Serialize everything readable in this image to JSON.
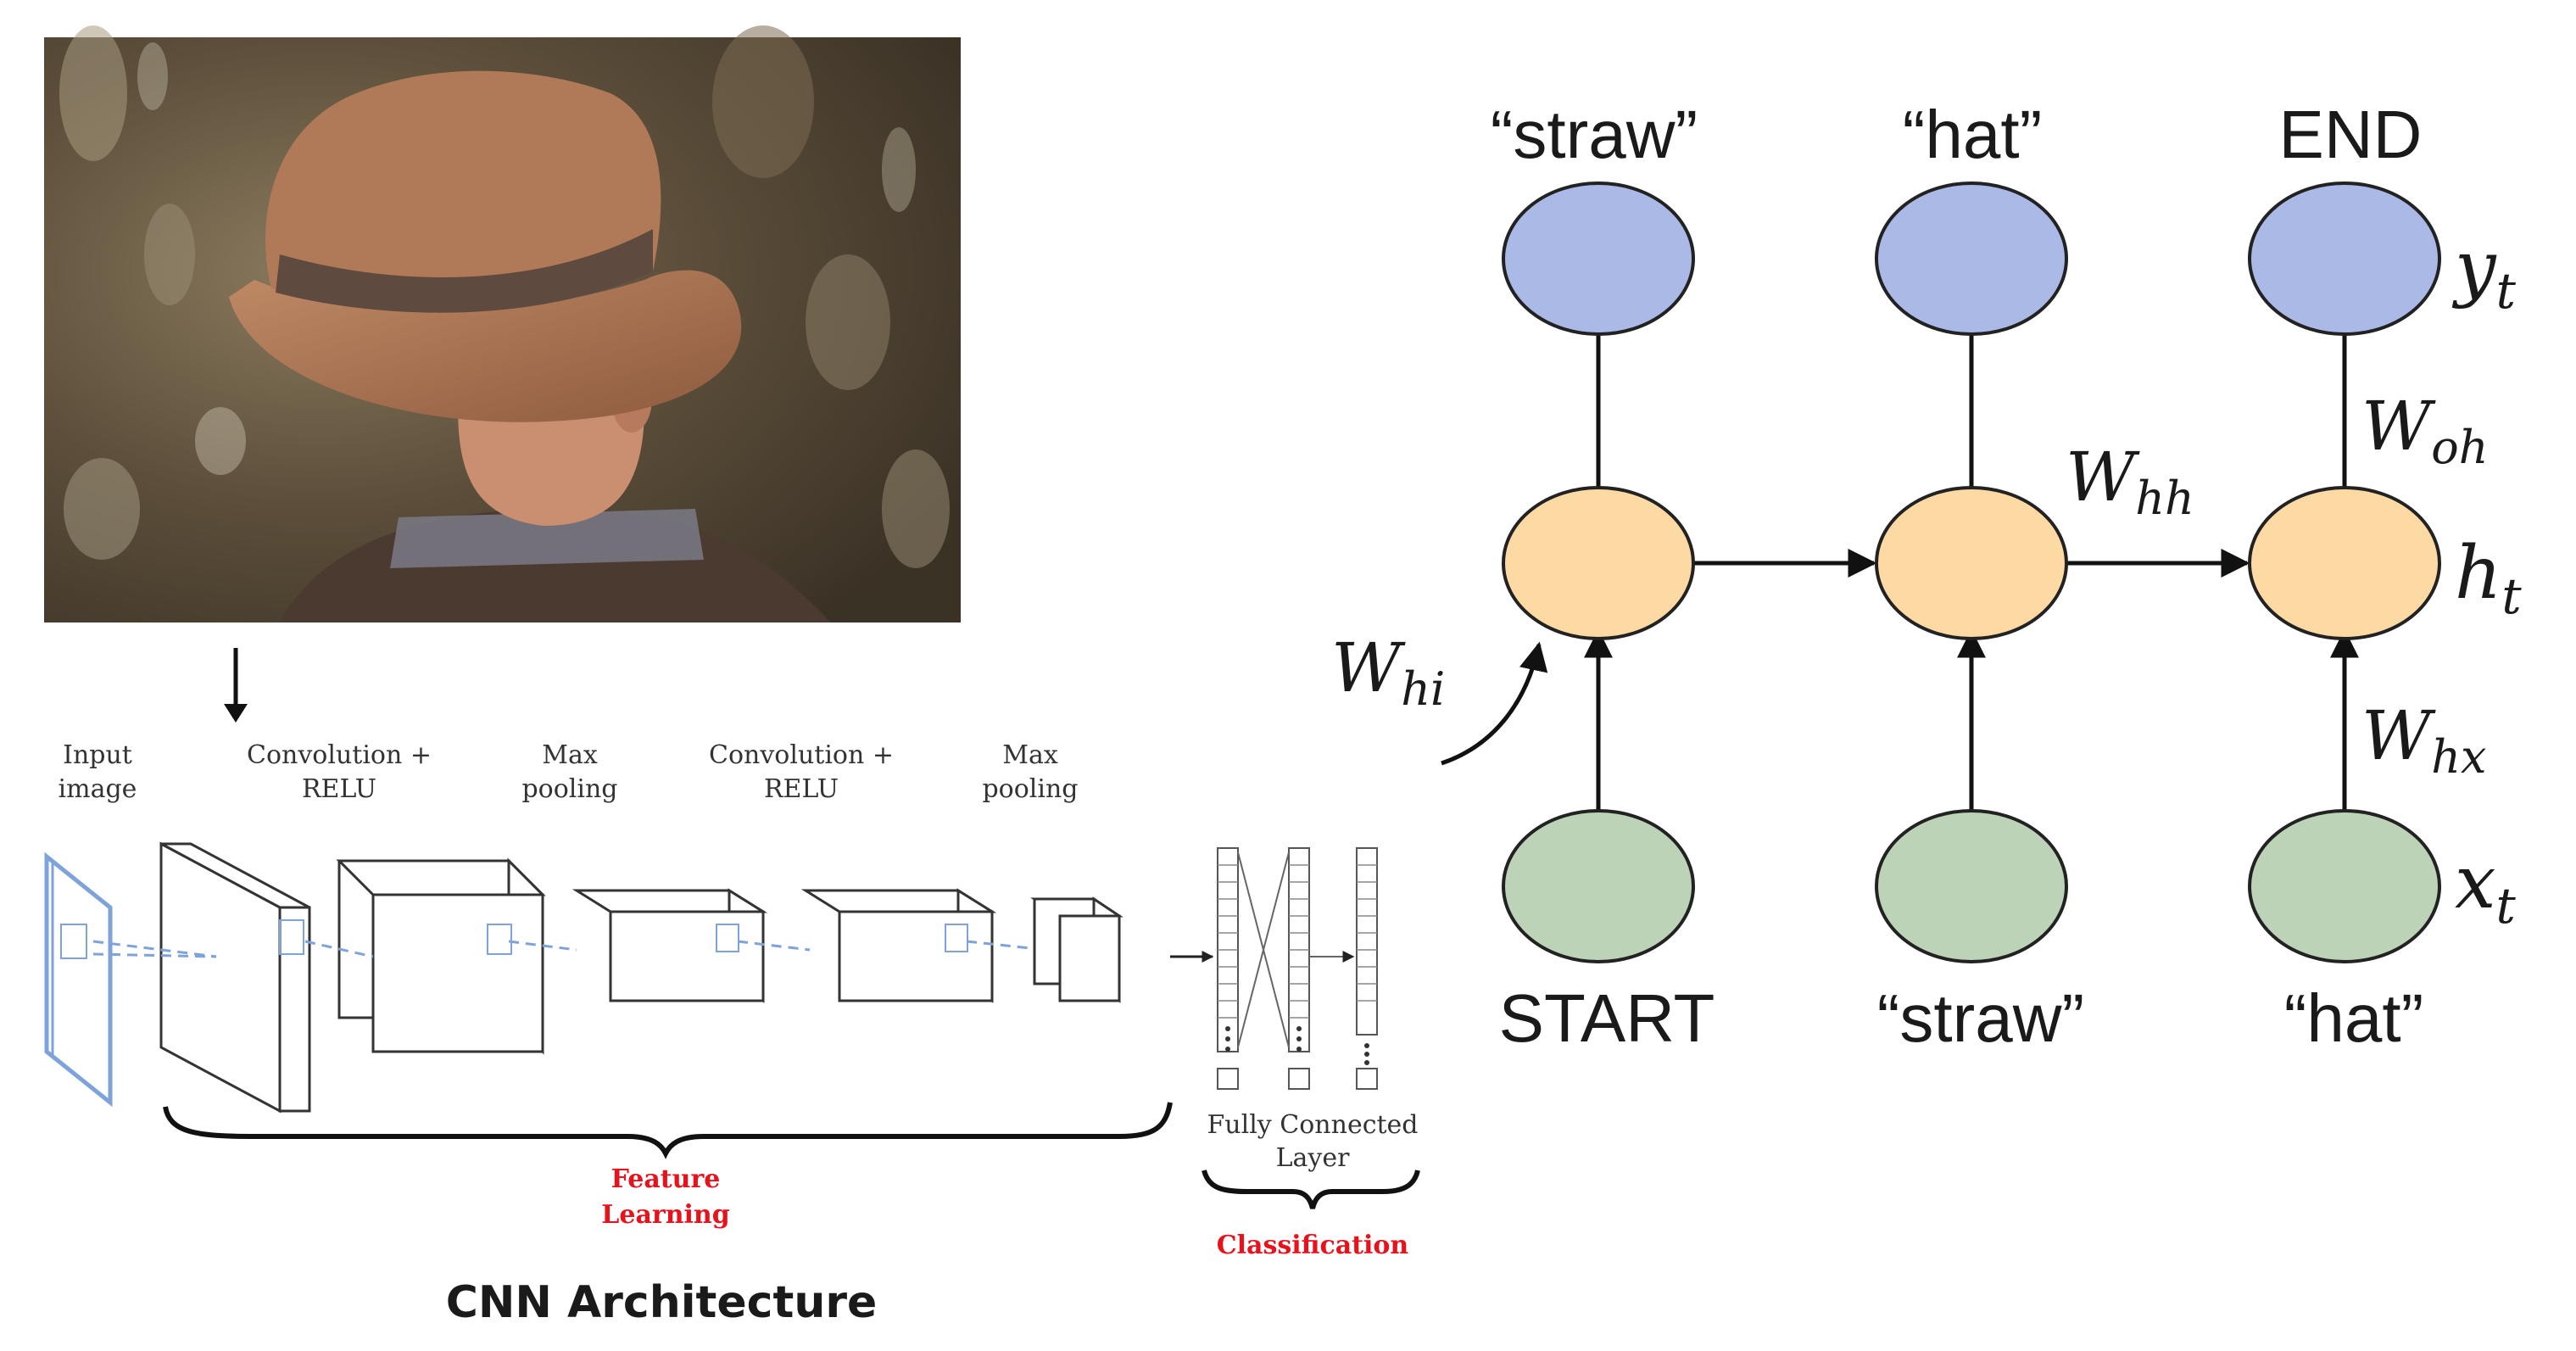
{
  "cnn": {
    "layer_labels": [
      {
        "line1": "Input",
        "line2": "image"
      },
      {
        "line1": "Convolution +",
        "line2": "RELU"
      },
      {
        "line1": "Max",
        "line2": "pooling"
      },
      {
        "line1": "Convolution +",
        "line2": "RELU"
      },
      {
        "line1": "Max",
        "line2": "pooling"
      }
    ],
    "fc_label": {
      "line1": "Fully Connected",
      "line2": "Layer"
    },
    "feature_label": {
      "line1": "Feature",
      "line2": "Learning"
    },
    "classification_label": "Classification",
    "caption": "CNN Architecture"
  },
  "rnn": {
    "outputs": [
      "“straw”",
      "“hat”",
      "END"
    ],
    "inputs": [
      "START",
      "“straw”",
      "“hat”"
    ],
    "side_labels": {
      "y": "y",
      "y_sub": "t",
      "h": "h",
      "h_sub": "t",
      "x": "x",
      "x_sub": "t"
    },
    "weights": {
      "whh": "W",
      "whh_sub": "hh",
      "woh": "W",
      "woh_sub": "oh",
      "whx": "W",
      "whx_sub": "hx",
      "whi": "W",
      "whi_sub": "hi"
    }
  },
  "colors": {
    "output_node": "#aab9e6",
    "hidden_node": "#fdd9a3",
    "input_node": "#bcd3b7",
    "highlight_red": "#e8121c",
    "cnn_blue": "#6a8fd0"
  }
}
